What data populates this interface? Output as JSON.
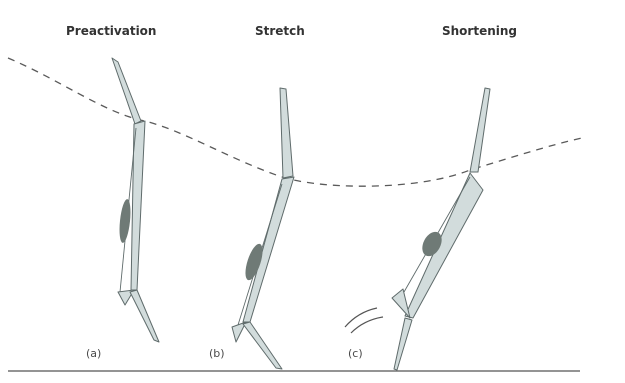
{
  "panels": [
    {
      "title": "Preactivation",
      "letter": "(a)"
    },
    {
      "title": "Stretch",
      "letter": "(b)"
    },
    {
      "title": "Shortening",
      "letter": "(c)"
    }
  ],
  "colors": {
    "background": "#ffffff",
    "bone_fill": "#d2dcdc",
    "bone_stroke": "#5f6b6b",
    "muscle": "#6f7a76",
    "dashed_line": "#5a5a5a",
    "ground": "#555555",
    "text": "#333333"
  }
}
